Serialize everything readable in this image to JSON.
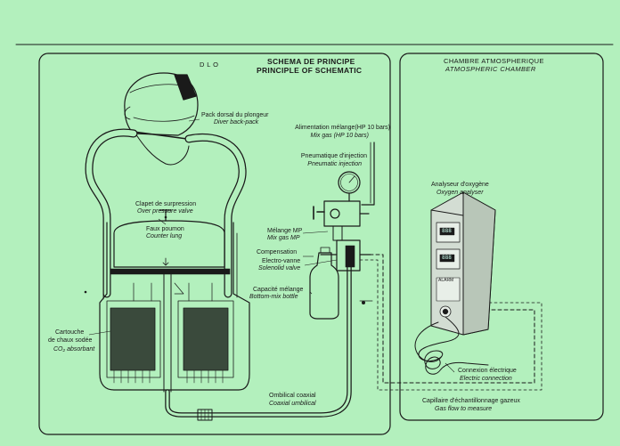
{
  "left_panel": {
    "tag": "D L O",
    "title_fr": "SCHEMA DE PRINCIPE",
    "title_en": "PRINCIPLE OF SCHEMATIC"
  },
  "right_panel": {
    "title_fr": "CHAMBRE ATMOSPHERIQUE",
    "title_en": "ATMOSPHERIC CHAMBER"
  },
  "labels": {
    "backpack": {
      "fr": "Pack dorsal du plongeur",
      "en": "Diver back-pack"
    },
    "mix_supply": {
      "fr": "Alimentation mélange(HP 10 bars)",
      "en": "Mix gas (HP 10 bars)"
    },
    "pneumatic": {
      "fr": "Pneumatique d'injection",
      "en": "Pneumatic injection"
    },
    "overpressure": {
      "fr": "Clapet de surpression",
      "en": "Over pressure valve"
    },
    "counterlung": {
      "fr": "Faux poumon",
      "en": "Counter lung"
    },
    "mix_mp": {
      "fr": "Mélange MP",
      "en": "Mix gas MP"
    },
    "compensation": {
      "fr": "Compensation"
    },
    "solenoid": {
      "fr": "Electro-vanne",
      "en": "Solenolid valve"
    },
    "bottle": {
      "fr": "Capacité mélange",
      "en": "Bottom-mix bottle"
    },
    "cartridge": {
      "fr1": "Cartouche",
      "fr2": "de chaux sodée",
      "en": "CO₂  absorbant"
    },
    "umbilical": {
      "fr": "Ombilical coaxial",
      "en": "Coaxial umbilical"
    },
    "analyser": {
      "fr": "Analyseur d'oxygène",
      "en": "Oxygen analyser"
    },
    "electrical": {
      "fr": "Connexion électrique",
      "en": "Electric connection"
    },
    "sampling": {
      "fr": "Capillaire d'échantillonnage gazeux",
      "en": "Gas flow to measure"
    }
  },
  "device": {
    "brand": "ALARM",
    "readout1": "888",
    "readout2": "888"
  },
  "colors": {
    "background": "#b3f0bd",
    "ink": "#1a1a1a",
    "canister": "#3a4a3c",
    "device": "#d3ddd3"
  }
}
